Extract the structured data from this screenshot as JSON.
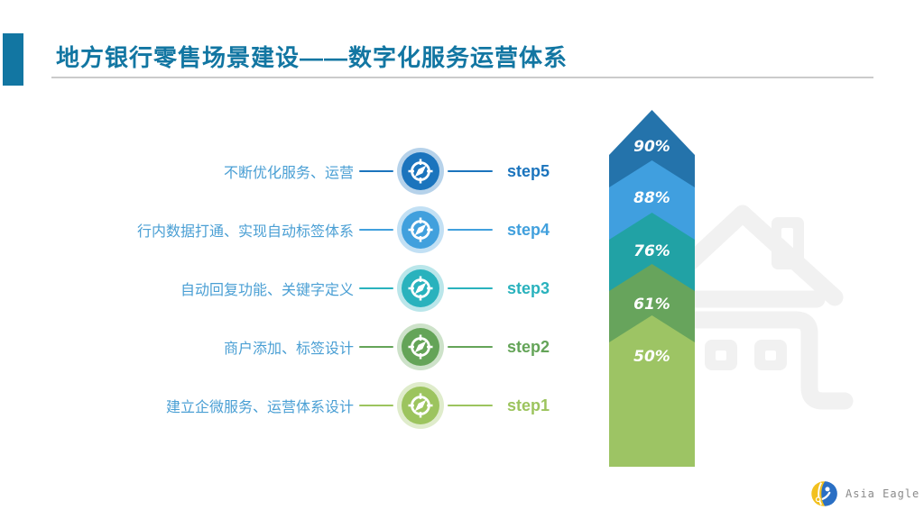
{
  "header": {
    "title": "地方银行零售场景建设——数字化服务运营体系"
  },
  "steps": [
    {
      "label": "step5",
      "desc": "不断优化服务、运营",
      "color": "#1b74bd"
    },
    {
      "label": "step4",
      "desc": "行内数据打通、实现自动标签体系",
      "color": "#41a0dd"
    },
    {
      "label": "step3",
      "desc": "自动回复功能、关键字定义",
      "color": "#29b2bd"
    },
    {
      "label": "step2",
      "desc": "商户添加、标签设计",
      "color": "#64a458"
    },
    {
      "label": "step1",
      "desc": "建立企微服务、运营体系设计",
      "color": "#9cc45e"
    }
  ],
  "chart_data": {
    "type": "bar",
    "subtype": "stacked-chevron-tower",
    "orientation": "vertical, listed top to bottom",
    "categories": [
      "step5",
      "step4",
      "step3",
      "step2",
      "step1"
    ],
    "values": [
      90,
      88,
      76,
      61,
      50
    ],
    "labels": [
      "90%",
      "88%",
      "76%",
      "61%",
      "50%"
    ],
    "colors": [
      "#2473ab",
      "#409fdf",
      "#21a2a5",
      "#67a45c",
      "#9dc464"
    ],
    "title": "",
    "xlabel": "",
    "ylabel": ""
  },
  "icons": {
    "step_icon": "compass-icon",
    "watermark": "house-outline-icon",
    "brand_mark": "asia-eagle-swirl-logo"
  },
  "footer": {
    "brand": "Asia Eagle"
  },
  "colors": {
    "title": "#1276a2",
    "accent_bar": "#1276a2",
    "divider": "#cbcbcb",
    "desc_text": "#4a9fd4",
    "watermark": "#f1f1f1",
    "brand_text": "#8a8a8a",
    "logo_yellow": "#f2c01e",
    "logo_blue": "#2a6fc4"
  }
}
